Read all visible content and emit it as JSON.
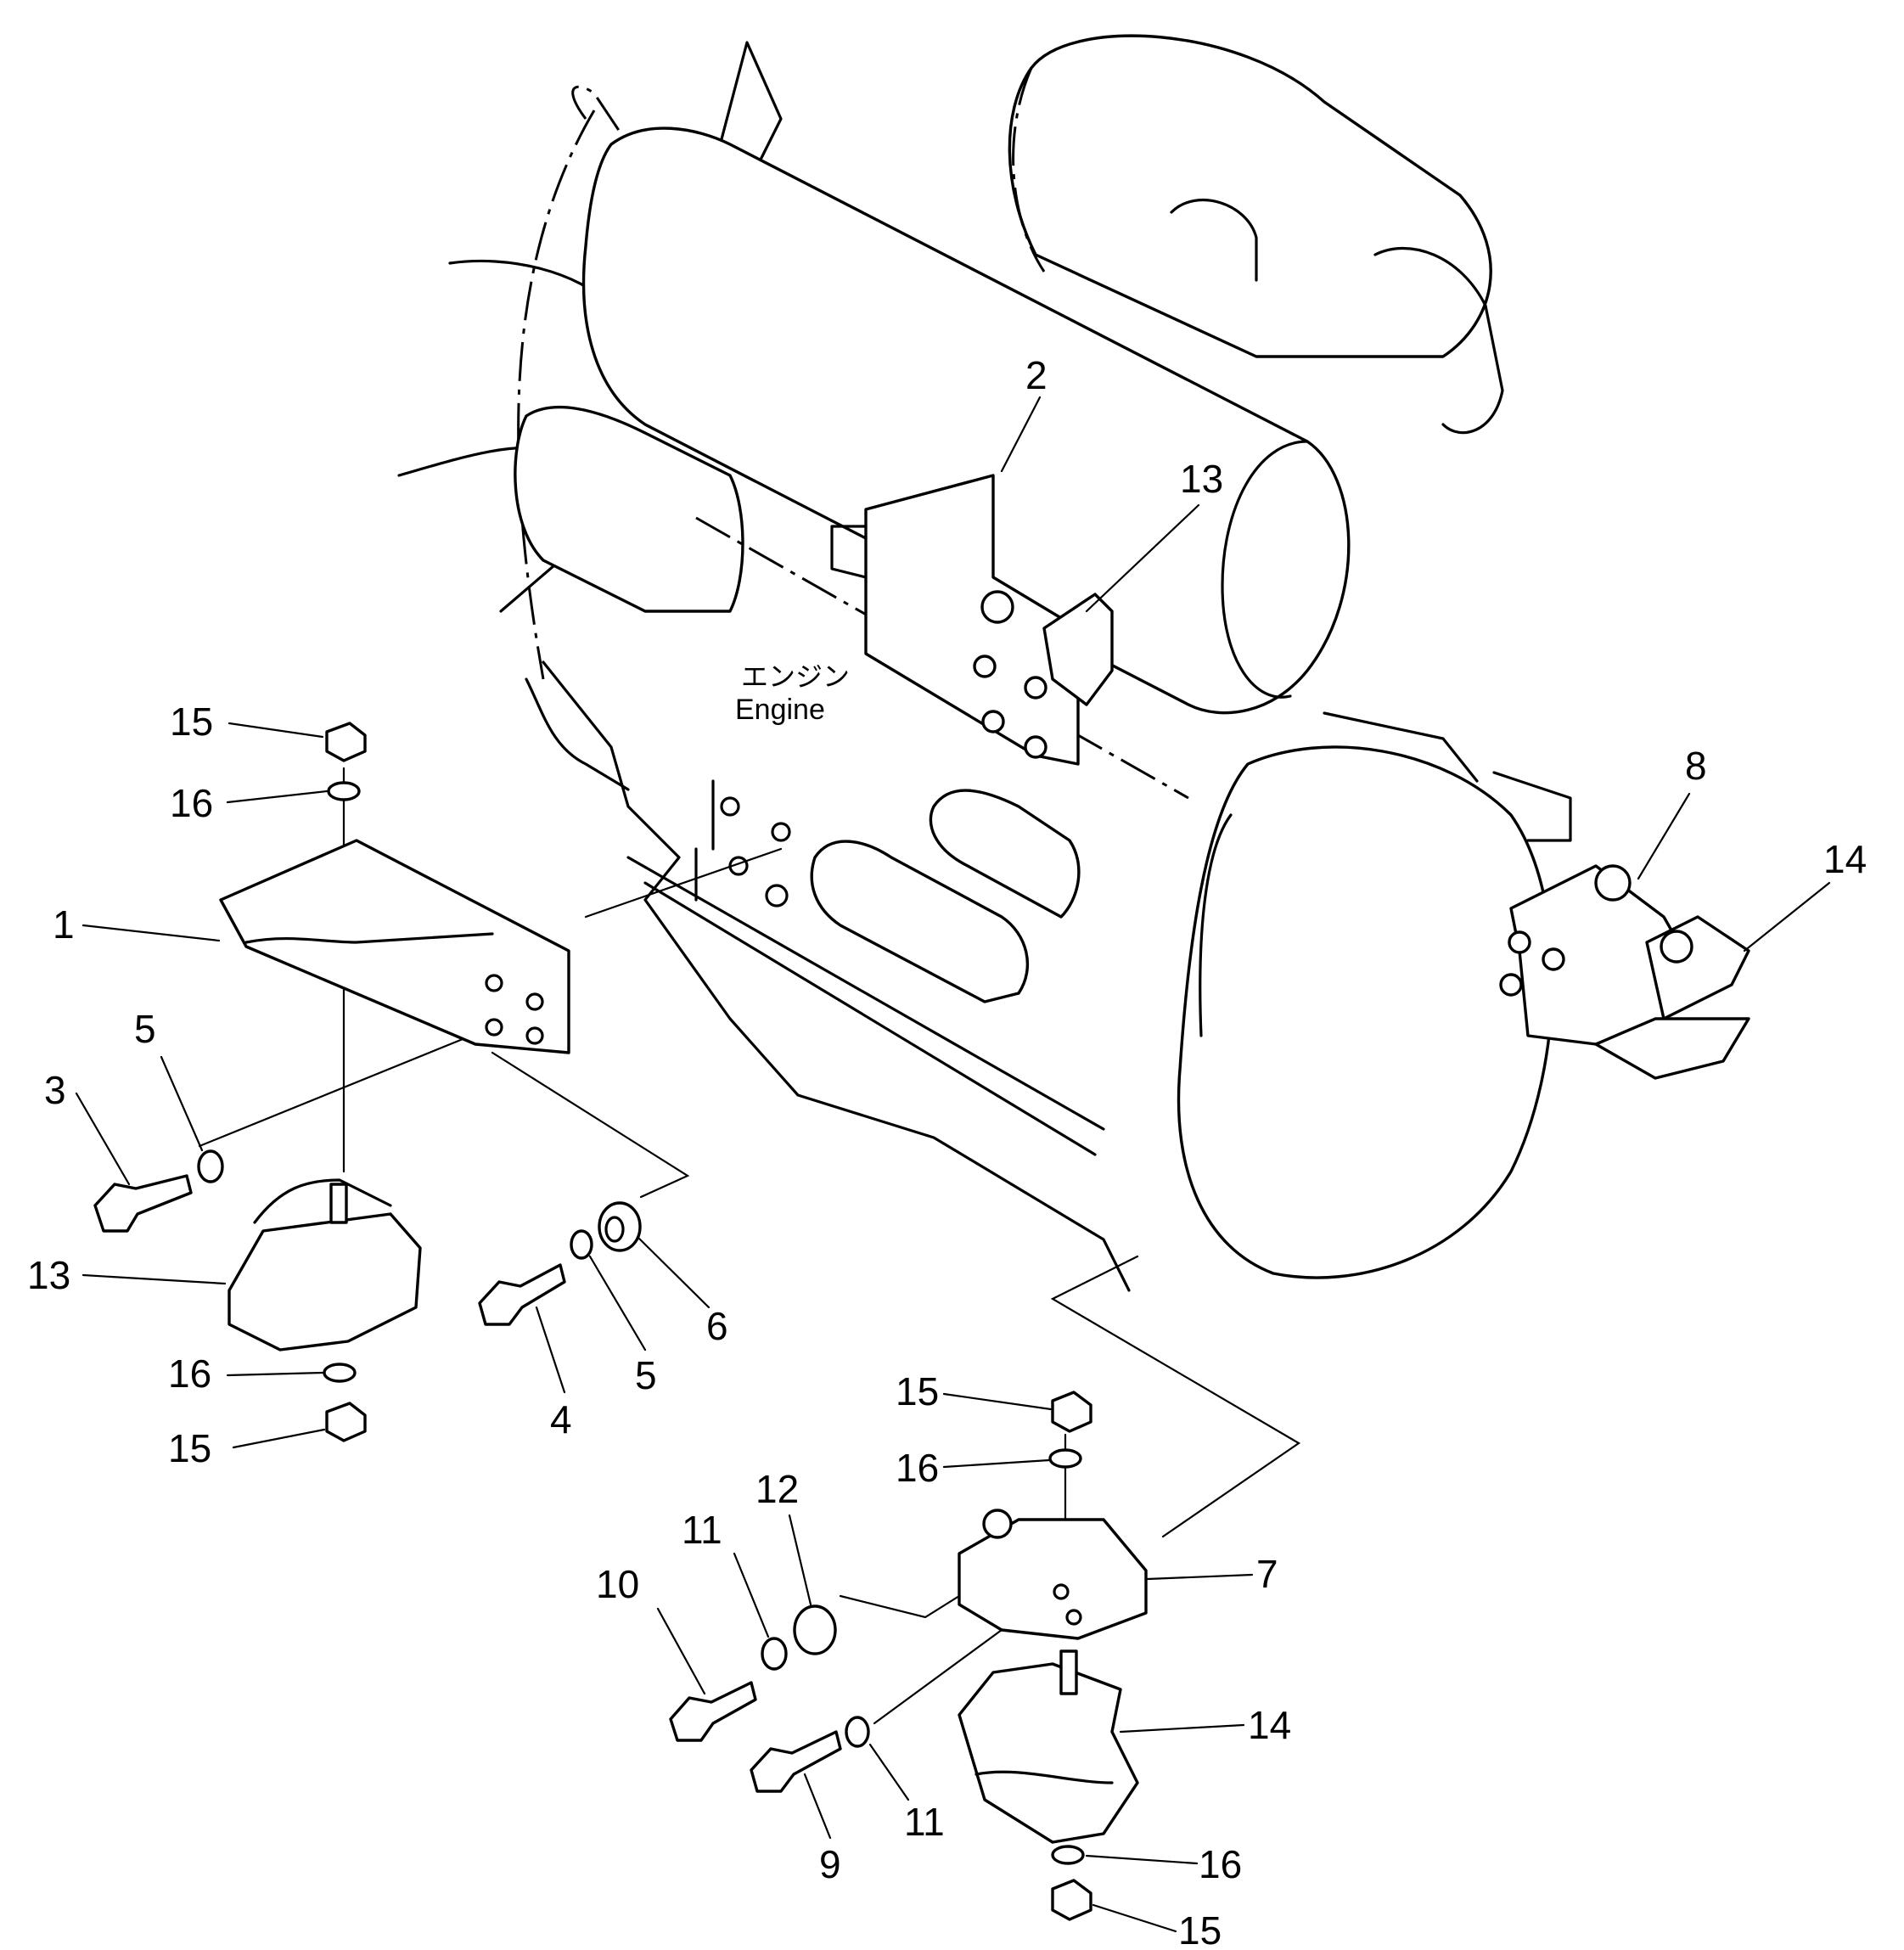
{
  "engine_label_jp": "エンジン",
  "engine_label_en": "Engine",
  "callouts": [
    {
      "id": "c1",
      "text": "1"
    },
    {
      "id": "c2",
      "text": "2"
    },
    {
      "id": "c3",
      "text": "3"
    },
    {
      "id": "c4",
      "text": "4"
    },
    {
      "id": "c5a",
      "text": "5"
    },
    {
      "id": "c5b",
      "text": "5"
    },
    {
      "id": "c6",
      "text": "6"
    },
    {
      "id": "c7",
      "text": "7"
    },
    {
      "id": "c8",
      "text": "8"
    },
    {
      "id": "c9",
      "text": "9"
    },
    {
      "id": "c10",
      "text": "10"
    },
    {
      "id": "c11a",
      "text": "11"
    },
    {
      "id": "c11b",
      "text": "11"
    },
    {
      "id": "c12",
      "text": "12"
    },
    {
      "id": "c13a",
      "text": "13"
    },
    {
      "id": "c13b",
      "text": "13"
    },
    {
      "id": "c14a",
      "text": "14"
    },
    {
      "id": "c14b",
      "text": "14"
    },
    {
      "id": "c15a",
      "text": "15"
    },
    {
      "id": "c15b",
      "text": "15"
    },
    {
      "id": "c15c",
      "text": "15"
    },
    {
      "id": "c15d",
      "text": "15"
    },
    {
      "id": "c16a",
      "text": "16"
    },
    {
      "id": "c16b",
      "text": "16"
    },
    {
      "id": "c16c",
      "text": "16"
    },
    {
      "id": "c16d",
      "text": "16"
    }
  ]
}
